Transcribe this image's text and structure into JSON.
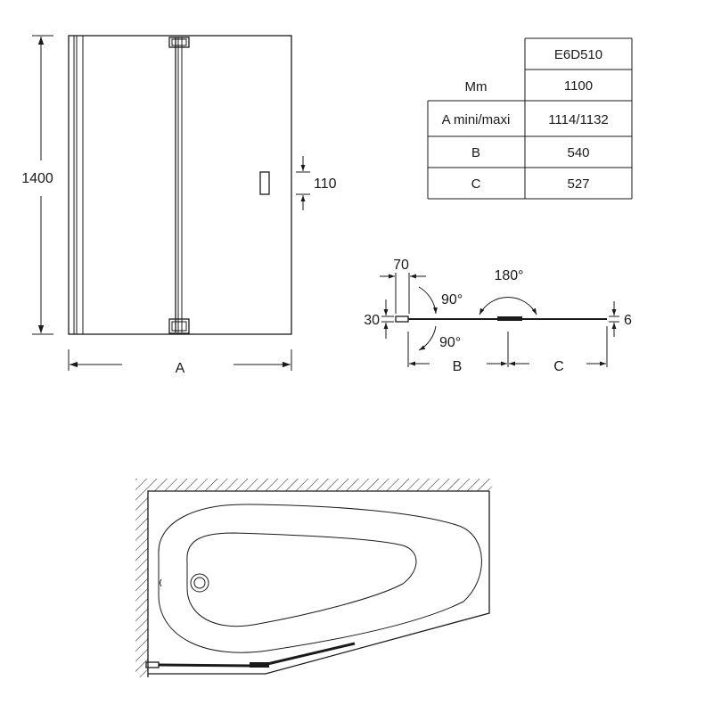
{
  "front_view": {
    "height_label": "1400",
    "width_label": "A",
    "handle_label": "110"
  },
  "spec_table": {
    "model": "E6D510",
    "rows": [
      {
        "label": "Mm",
        "value": "1100"
      },
      {
        "label": "A mini/maxi",
        "value": "1114/1132"
      },
      {
        "label": "B",
        "value": "540"
      },
      {
        "label": "C",
        "value": "527"
      }
    ]
  },
  "top_view": {
    "offset_label": "70",
    "wall_width_label": "30",
    "glass_label": "6",
    "angle_open_label": "180°",
    "angle_in_label": "90°",
    "angle_out_label": "90°",
    "section_b_label": "B",
    "section_c_label": "C"
  }
}
